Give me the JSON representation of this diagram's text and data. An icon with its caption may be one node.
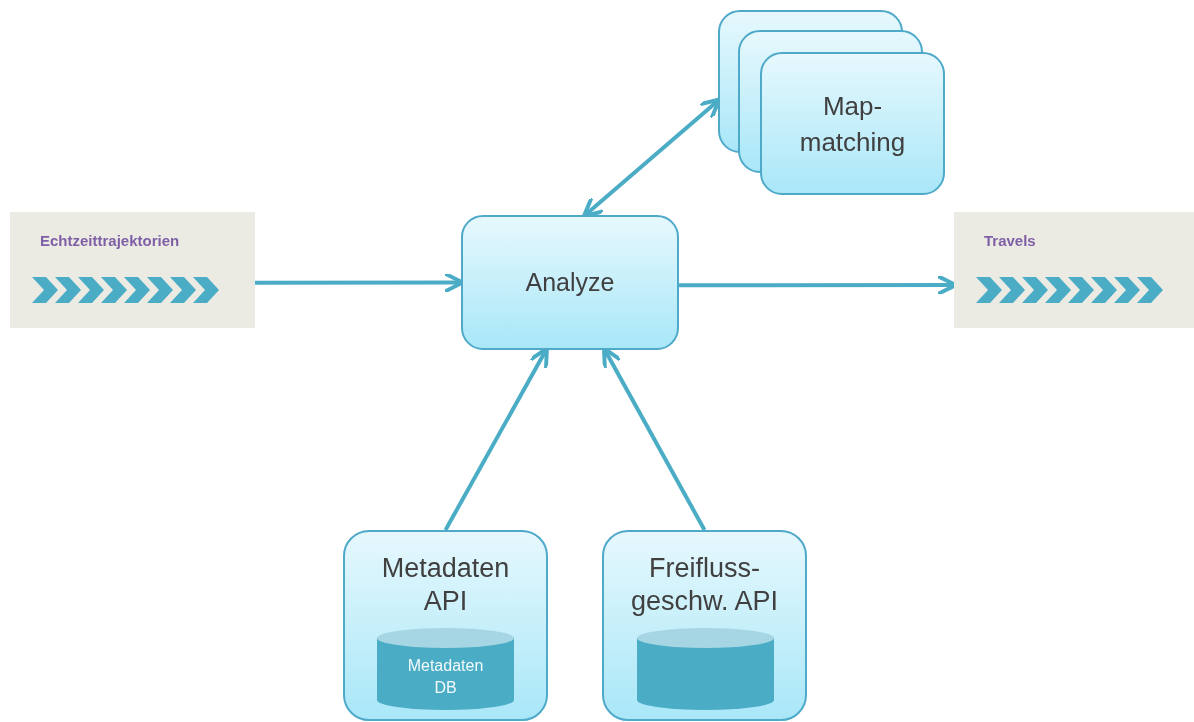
{
  "diagram": {
    "nodes": [
      {
        "text": [
          "Echtzeittrajektorien"
        ]
      },
      {
        "text": [
          "Analyze"
        ]
      },
      {
        "text": [
          "Map- matching"
        ]
      },
      {
        "text": [
          "Travels"
        ]
      },
      {
        "text": [
          "Metadaten API"
        ]
      },
      {
        "text": [
          "Metadaten DB"
        ],
        "in": 4
      },
      {
        "text": [
          "Freifluss- geschw. API"
        ]
      },
      {
        "text": [],
        "shape": "cylinder",
        "in": 6
      }
    ],
    "edges": [
      {
        "from": 0,
        "to": 1,
        "arrow": "to"
      },
      {
        "from": 1,
        "to": 3,
        "arrow": "to"
      },
      {
        "from": 1,
        "to": 2,
        "arrow": "both"
      },
      {
        "from": 4,
        "to": 1,
        "arrow": "to"
      },
      {
        "from": 6,
        "to": 1,
        "arrow": "to"
      }
    ]
  }
}
